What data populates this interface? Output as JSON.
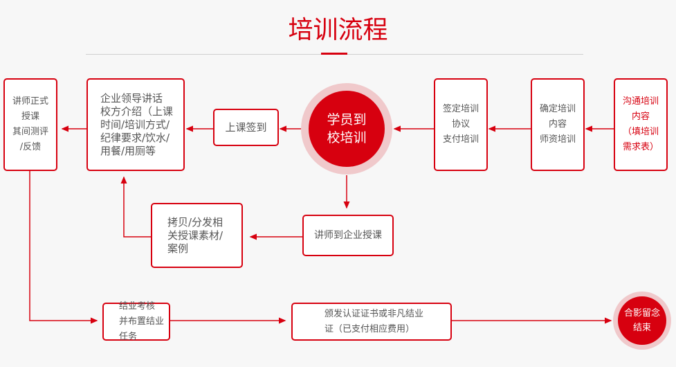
{
  "title": "培训流程",
  "steps": {
    "communicate": "沟通培训\n内容\n（填培训\n需求表）",
    "confirm": "确定培训\n内容\n师资培训",
    "sign": "签定培训\n协议\n支付培训",
    "arrive": "学员到\n校培训",
    "checkin": "上课签到",
    "intro": "企业领导讲话\n校方介绍（上课\n时间/培训方式/\n纪律要求/饮水/\n用餐/用厕等",
    "lecture": "讲师正式\n授课\n其间测评\n/反馈",
    "onsite": "讲师到企业授课",
    "materials": "拷贝/分发相\n关授课素材/\n案例",
    "exam": "结业考核\n并布置结业任务",
    "certificate": "颁发认证证书或非凡结业\n证（已支付相应费用）",
    "end": "合影留念\n结束"
  },
  "colors": {
    "accent": "#d7000f",
    "halo": "#f0c9cb"
  }
}
